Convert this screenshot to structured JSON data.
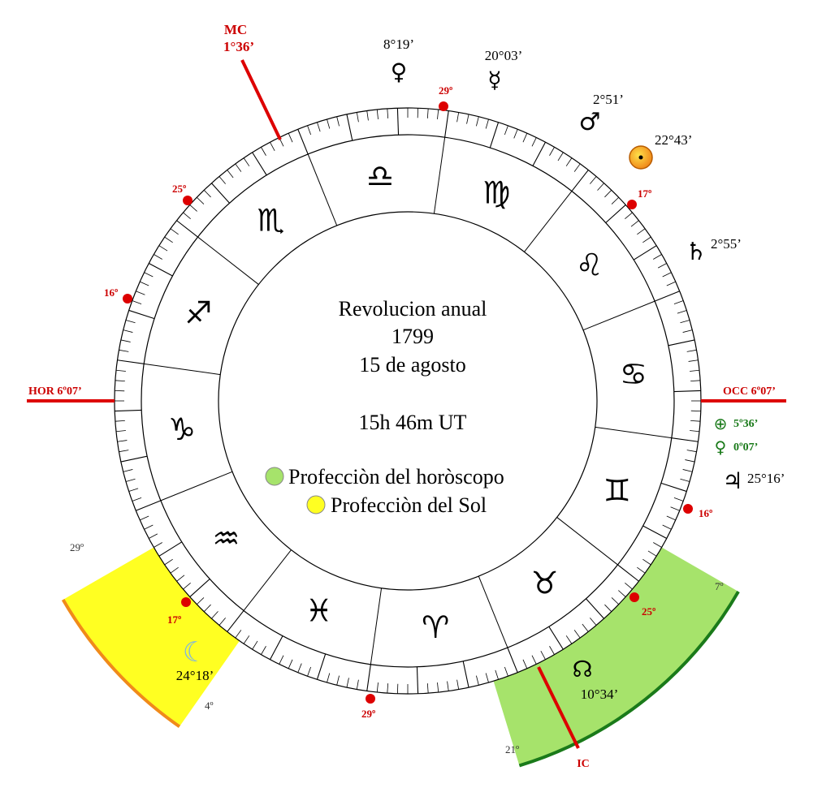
{
  "center": {
    "title": "Revolucion anual",
    "year": "1799",
    "date": "15 de agosto",
    "time": "15h 46m UT"
  },
  "legend": [
    {
      "label": "Profecciòn del horòscopo",
      "color": "#a6e36b"
    },
    {
      "label": "Profecciòn del Sol",
      "color": "#ffff22"
    }
  ],
  "axes": {
    "mc": {
      "name": "MC",
      "degree": "1°36’"
    },
    "ic": {
      "name": "IC"
    },
    "hor": {
      "label": "HOR 6º07’"
    },
    "occ": {
      "label": "OCC 6º07’"
    }
  },
  "signs": [
    "♎",
    "♍",
    "♌",
    "♋",
    "♊",
    "♉",
    "♈",
    "♓",
    "♒",
    "♑",
    "♐",
    "♏"
  ],
  "planets": {
    "venus": {
      "glyph": "♀",
      "degree": "8°19’"
    },
    "mercury": {
      "glyph": "☿",
      "degree": "20°03’"
    },
    "mars": {
      "glyph": "♂",
      "degree": "2°51’"
    },
    "sun": {
      "degree": "22°43’"
    },
    "saturn": {
      "glyph": "♄",
      "degree": "2°55’"
    },
    "fortune": {
      "glyph": "⊕",
      "degree": "5º36’"
    },
    "venus_minor": {
      "glyph": "♀",
      "degree": "0º07’"
    },
    "jupiter": {
      "glyph": "♃",
      "degree": "25°16’"
    },
    "node": {
      "glyph": "☊",
      "degree": "10°34’"
    },
    "moon": {
      "glyph": "☾",
      "degree": "24°18’"
    }
  },
  "cusp_markers": [
    "29º",
    "17º",
    "16º",
    "25º",
    "29º",
    "17º",
    "16º",
    "25º"
  ],
  "sector_labels": {
    "green_start": "7º",
    "green_end": "21º",
    "yellow_start": "29º",
    "yellow_end": "4º"
  },
  "colors": {
    "green_sector": "#a6e36b",
    "green_arc": "#1a7a1a",
    "yellow_sector": "#ffff22",
    "yellow_arc": "#f08a1a",
    "axis": "#dd0000",
    "marker": "#dd0000"
  }
}
